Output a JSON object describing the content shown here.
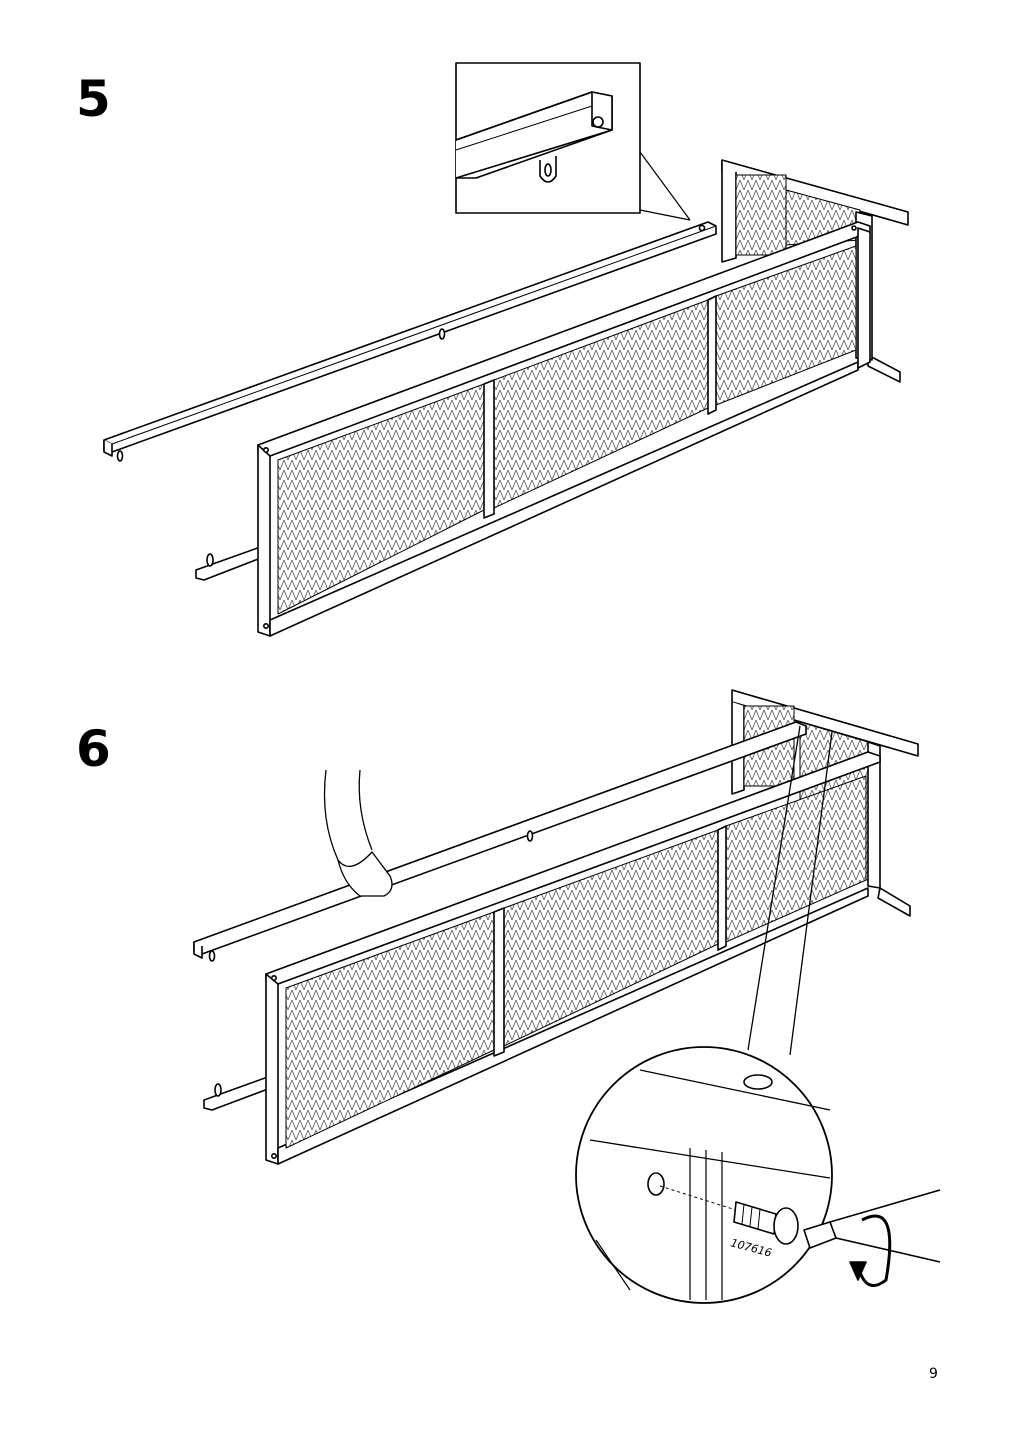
{
  "page": {
    "number": "9"
  },
  "steps": [
    {
      "label": "5"
    },
    {
      "label": "6"
    }
  ],
  "parts": {
    "screw_code": "107616"
  },
  "colors": {
    "ink": "#000000",
    "paper": "#ffffff",
    "mesh": "#bdbdbd"
  }
}
